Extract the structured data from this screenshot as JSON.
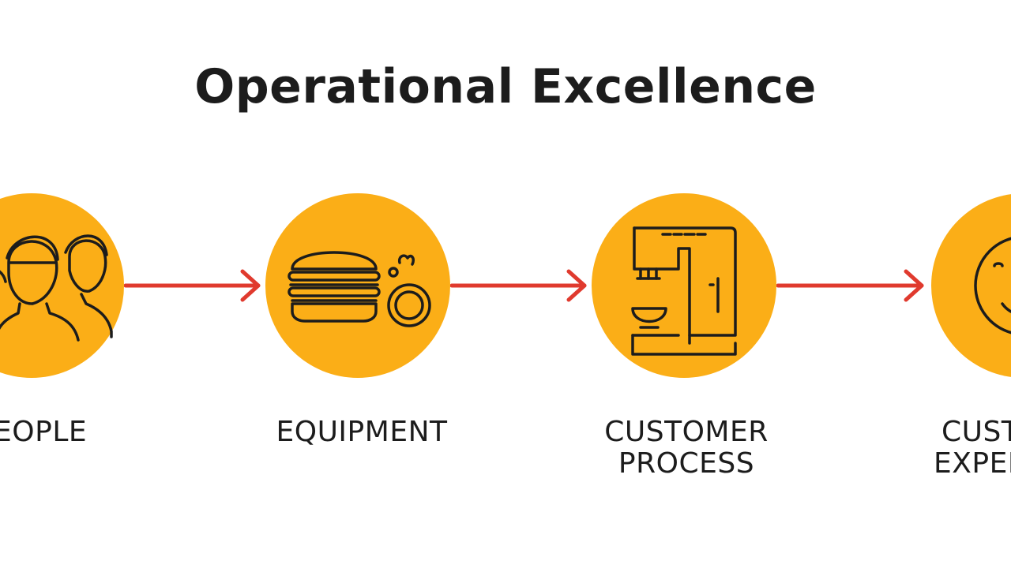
{
  "title": "Operational Excellence",
  "colors": {
    "circle_fill": "#fbae17",
    "arrow": "#e03a2e",
    "icon_stroke": "#1c1c1c",
    "text": "#1c1c1c"
  },
  "steps": [
    {
      "label_lines": [
        "PEOPLE"
      ],
      "icon": "people-icon"
    },
    {
      "label_lines": [
        "EQUIPMENT"
      ],
      "icon": "burger-plate-icon"
    },
    {
      "label_lines": [
        "CUSTOMER",
        "PROCESS"
      ],
      "icon": "coffee-machine-icon"
    },
    {
      "label_lines": [
        "CUSTOMER",
        "EXPERIENCE"
      ],
      "icon": "smiley-face-icon"
    }
  ]
}
